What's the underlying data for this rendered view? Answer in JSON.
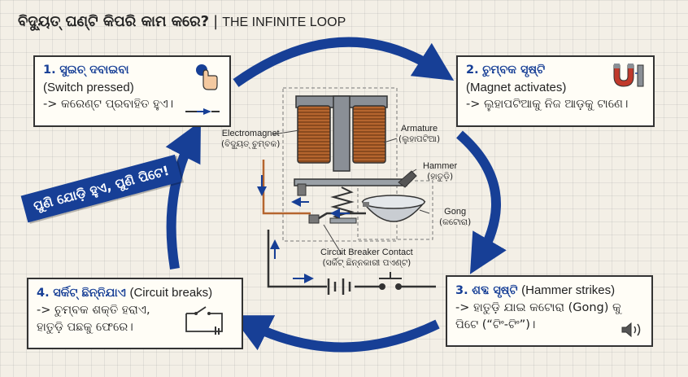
{
  "header": {
    "title_or": "ବିଦ୍ୟୁତ୍ ଘଣ୍ଟି କିପରି କାମ କରେ?",
    "separator": "|",
    "title_en": "THE INFINITE LOOP"
  },
  "steps": [
    {
      "number": "1.",
      "title": "ସୁଇଚ୍ ଦବାଇବା",
      "subtitle": "(Switch pressed)",
      "desc": "-> କରେଣ୍ଟ ପ୍ରବାହିତ ହୁଏ।",
      "icon": "hand-pressing-button-icon"
    },
    {
      "number": "2.",
      "title": "ଚୁମ୍ବକ ସୃଷ୍ଟି",
      "subtitle": "(Magnet activates)",
      "desc": "-> ଲୁହାପଟିଆକୁ ନିଜ ଆଡ଼କୁ ଟାଣେ।",
      "icon": "horseshoe-magnet-icon"
    },
    {
      "number": "3.",
      "title": "ଶବ୍ଦ ସୃଷ୍ଟି",
      "subtitle": "(Hammer strikes)",
      "desc_line1": "-> ହାତୁଡ଼ି ଯାଇ କଟୋରା (Gong) କୁ",
      "desc_line2": "ପିଟେ (“ଟିଂ-ଟିଂ”)।",
      "icon": "speaker-sound-icon"
    },
    {
      "number": "4.",
      "title": "ସର୍କିଟ୍ ଛିନ୍ନିଯାଏ",
      "subtitle": "(Circuit breaks)",
      "desc_line1": "-> ଚୁମ୍ବକ ଶକ୍ତି ହରାଏ,",
      "desc_line2": "ହାତୁଡ଼ି ପଛକୁ ଫେରେ।",
      "icon": "open-circuit-icon"
    }
  ],
  "banner": "ପୁଣି ଯୋଡ଼ି ହୁଏ, ପୁଣି ପିଟେ!",
  "labels": {
    "electromagnet_en": "Electromagnet",
    "electromagnet_or": "(ବିଦ୍ୟୁତ୍ ଚୁମ୍ବକ)",
    "armature_en": "Armature",
    "armature_or": "(ଲୁହାପଟିଆ)",
    "hammer_en": "Hammer",
    "hammer_or": "(ହାତୁଡ଼ି)",
    "gong_en": "Gong",
    "gong_or": "(କଟୋରା)",
    "contact_en": "Circuit Breaker Contact",
    "contact_or": "(ସର୍କିଟ୍ ଛିନ୍ନକାରୀ ପଏଣ୍ଟ)"
  },
  "colors": {
    "arrow_blue": "#173f96",
    "coil_copper": "#b5652e",
    "metal_gray": "#8a8f96",
    "background": "#f3efe6"
  }
}
